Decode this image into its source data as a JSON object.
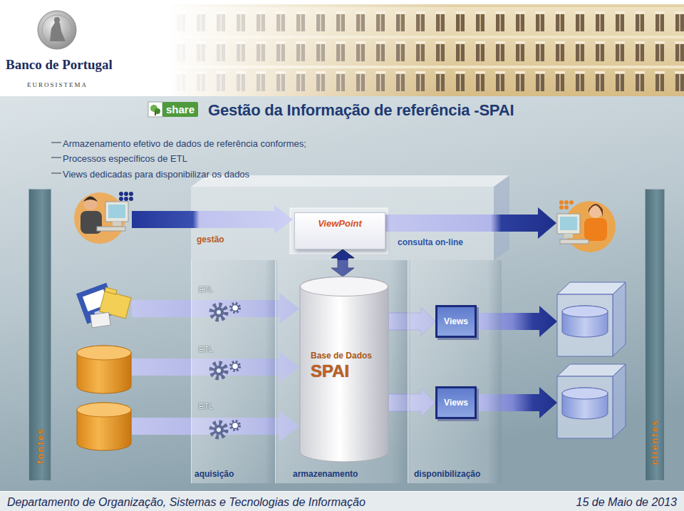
{
  "diagram": {
    "title": "Gestão da Informação de referência -SPAI",
    "nodes": [
      {
        "text": [
          "fontes"
        ]
      },
      {
        "text": [
          "ViewPoint"
        ]
      },
      {
        "text": [
          "aquisição"
        ]
      },
      {
        "text": [
          "armazenamento"
        ]
      },
      {
        "text": [
          "Base de Dados",
          "SPAI"
        ],
        "in": 3
      },
      {
        "text": [
          "disponibilização"
        ]
      },
      {
        "text": [
          "Views"
        ],
        "in": 5
      },
      {
        "text": [
          "Views"
        ],
        "in": 5
      },
      {
        "text": [
          "clientes"
        ]
      }
    ],
    "edges": [
      {
        "from": 1,
        "to": 4,
        "arrow": "both"
      },
      {
        "from": 4,
        "to": 6,
        "arrow": "to"
      },
      {
        "from": 4,
        "to": 7,
        "arrow": "to"
      }
    ],
    "labels": [
      "Banco de Portugal",
      "EUROSISTEMA",
      "share",
      "Armazenamento efetivo de dados de referência conformes;",
      "Processos específicos de ETL",
      "Views dedicadas para disponibilizar os dados",
      "gestão",
      "consulta on-line",
      "ETL",
      "ETL",
      "ETL",
      "Departamento de Organização, Sistemas e Tecnologias de Informação",
      "15 de Maio de 2013"
    ]
  }
}
